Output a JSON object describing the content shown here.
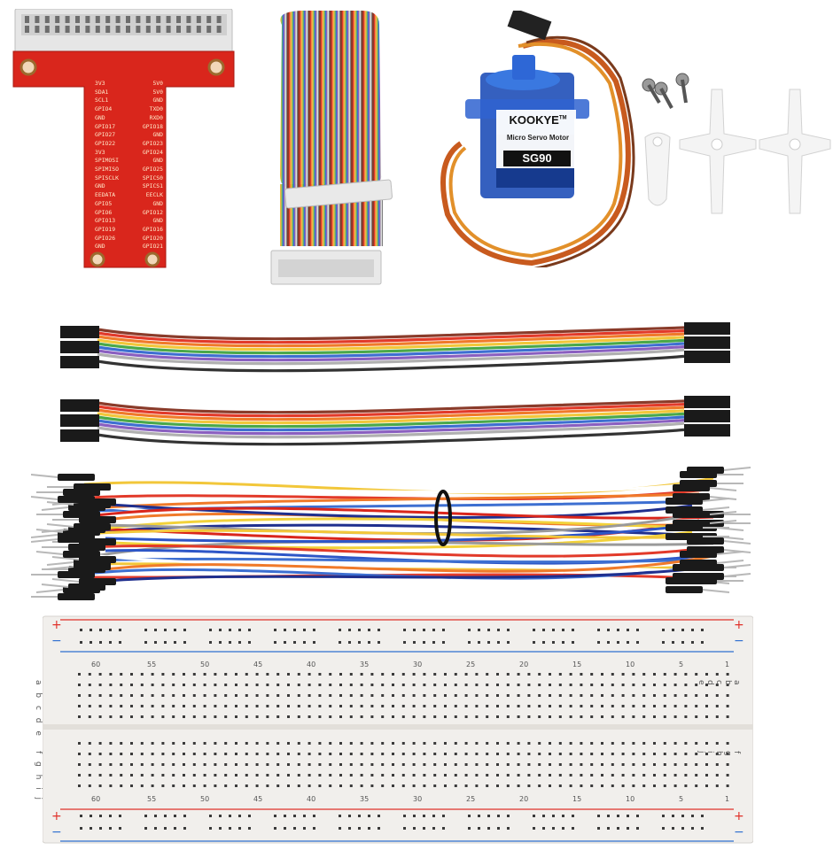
{
  "tbreakout": {
    "left_labels": [
      "3V3",
      "SDA1",
      "SCL1",
      "GPIO4",
      "GND",
      "GPIO17",
      "GPIO27",
      "GPIO22",
      "3V3",
      "SPIMOSI",
      "SPIMISO",
      "SPISCLK",
      "GND",
      "EEDATA",
      "GPIO5",
      "GPIO6",
      "GPIO13",
      "GPIO19",
      "GPIO26",
      "GND"
    ],
    "right_labels": [
      "5V0",
      "5V0",
      "GND",
      "TXD0",
      "RXD0",
      "GPIO18",
      "GND",
      "GPIO23",
      "GPIO24",
      "GND",
      "GPIO25",
      "SPICS0",
      "SPICS1",
      "EECLK",
      "GND",
      "GPIO12",
      "GND",
      "GPIO16",
      "GPIO20",
      "GPIO21"
    ]
  },
  "servo": {
    "brand": "KOOKYE",
    "tm": "TM",
    "subtitle": "Micro Servo Motor",
    "model": "SG90"
  },
  "colors": {
    "board_red": "#d9261c",
    "ribbon": [
      "#8a3b2a",
      "#e23a2a",
      "#f07a2a",
      "#f2c73a",
      "#4aa84a",
      "#3d6fd1",
      "#8a5fc0",
      "#b0b0b0",
      "#ffffff",
      "#333333"
    ],
    "servo_blue": "#1f4fb8",
    "rail_red": "#e0312a",
    "rail_blue": "#2f6fd0"
  },
  "breadboard": {
    "top_rail_plus": "+",
    "top_rail_minus": "−",
    "bottom_rail_plus": "+",
    "bottom_rail_minus": "−",
    "top_numbers": [
      "60",
      "55",
      "50",
      "45",
      "40",
      "35",
      "30",
      "25",
      "20",
      "15",
      "10",
      "5",
      "1"
    ],
    "bottom_numbers": [
      "60",
      "55",
      "50",
      "45",
      "40",
      "35",
      "30",
      "25",
      "20",
      "15",
      "10",
      "5",
      "1"
    ],
    "left_letters_top": "a b c d e",
    "left_letters_bottom": "f g h i j",
    "right_letters_top": "a b c d e",
    "right_letters_bottom": "f g h i j"
  },
  "icons": [
    "t-cobbler-board",
    "ribbon-cable",
    "servo-motor",
    "screw",
    "servo-horn",
    "jumper-wire",
    "breadboard"
  ]
}
